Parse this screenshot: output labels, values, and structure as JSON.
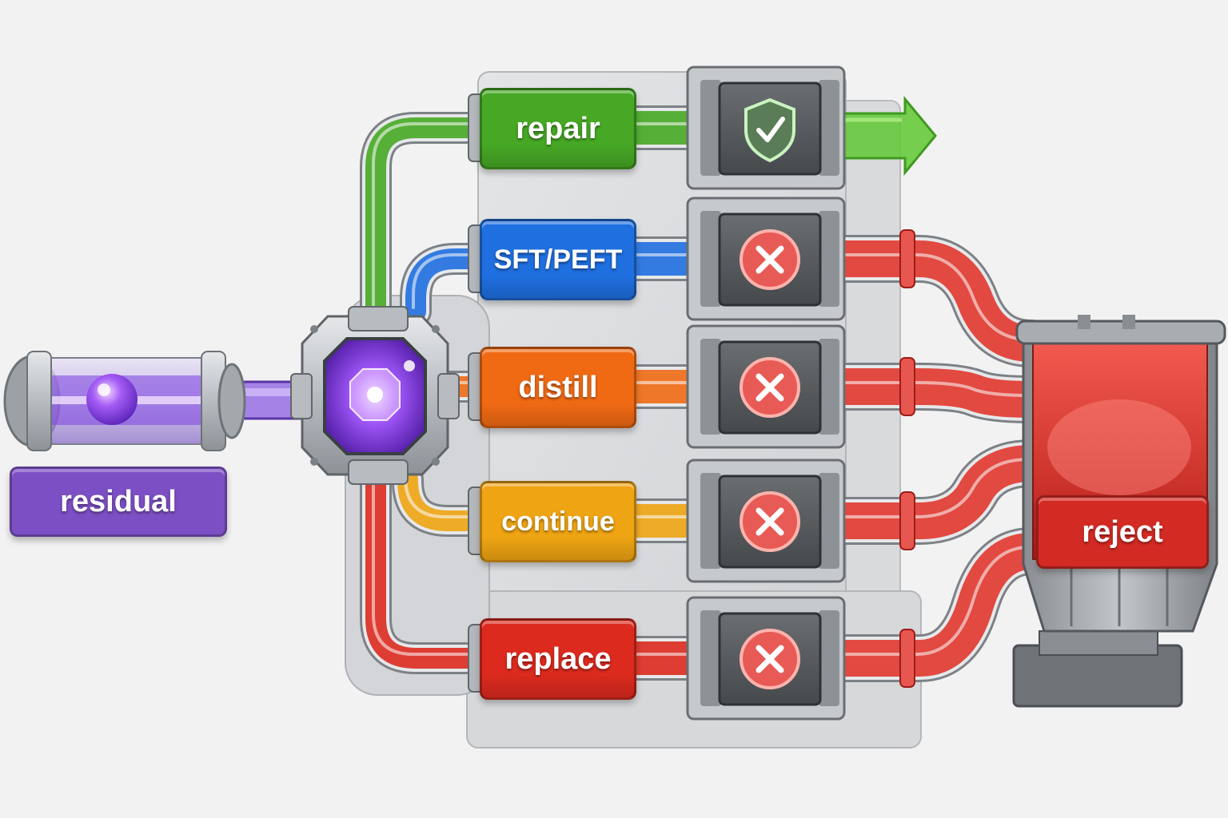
{
  "source": {
    "label": "residual",
    "color": "#7c4fc4"
  },
  "router": {
    "color": "#8b3df0"
  },
  "branches": [
    {
      "id": "repair",
      "label": "repair",
      "color": "#46a824",
      "gate": "pass",
      "gate_icon": "shield-check-icon"
    },
    {
      "id": "sft-peft",
      "label": "SFT/PEFT",
      "color": "#1f6fe0",
      "gate": "fail",
      "gate_icon": "x-circle-icon"
    },
    {
      "id": "distill",
      "label": "distill",
      "color": "#f06a14",
      "gate": "fail",
      "gate_icon": "x-circle-icon"
    },
    {
      "id": "continue",
      "label": "continue",
      "color": "#eea413",
      "gate": "fail",
      "gate_icon": "x-circle-icon"
    },
    {
      "id": "replace",
      "label": "replace",
      "color": "#dc2a1e",
      "gate": "fail",
      "gate_icon": "x-circle-icon"
    }
  ],
  "sink": {
    "label": "reject",
    "color": "#d42a24"
  },
  "colors": {
    "reject_pipe": "#e0372f",
    "metal": "#9aa0a6",
    "gate_body": "#585c5f"
  }
}
